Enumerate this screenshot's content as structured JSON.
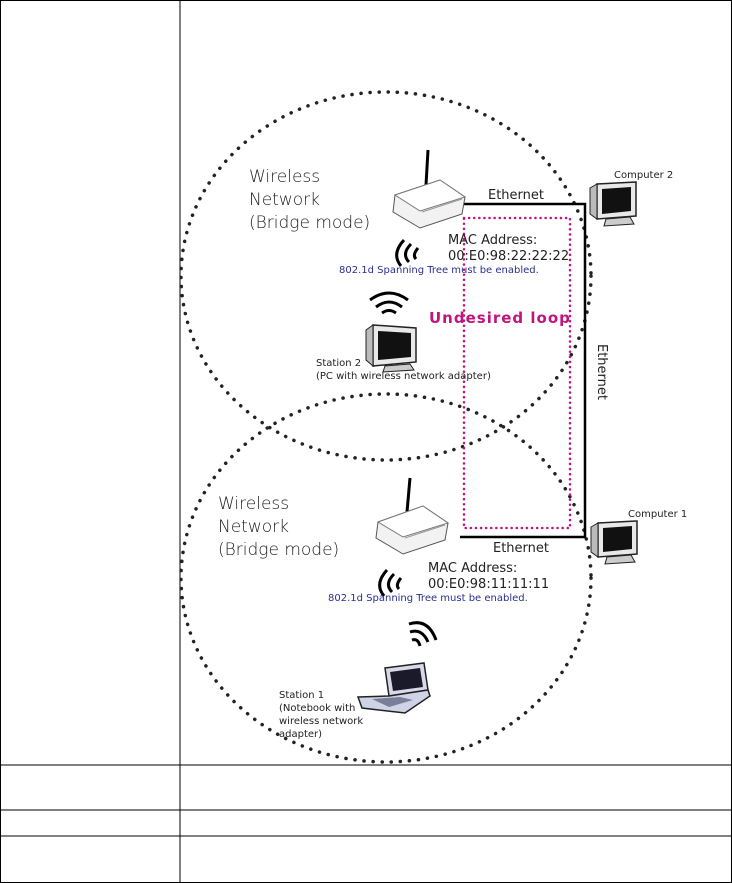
{
  "diagram": {
    "top_network": {
      "label_lines": [
        "Wireless",
        "Network",
        "(Bridge mode)"
      ],
      "mac_title": "MAC Address:",
      "mac_value": "00:E0:98:22:22:22",
      "note": "802.1d Spanning Tree must be enabled.",
      "ethernet": "Ethernet",
      "computer": "Computer 2",
      "station_lines": [
        "Station 2",
        "(PC with wireless network adapter)"
      ]
    },
    "bottom_network": {
      "label_lines": [
        "Wireless",
        "Network",
        "(Bridge mode)"
      ],
      "mac_title": "MAC Address:",
      "mac_value": "00:E0:98:11:11:11",
      "note": "802.1d Spanning Tree must be enabled.",
      "ethernet": "Ethernet",
      "computer": "Computer 1",
      "station_lines": [
        "Station 1",
        "(Notebook with",
        "wireless network",
        "adapter)"
      ]
    },
    "vertical_ethernet": "Ethernet",
    "loop_label": "Undesired loop"
  }
}
